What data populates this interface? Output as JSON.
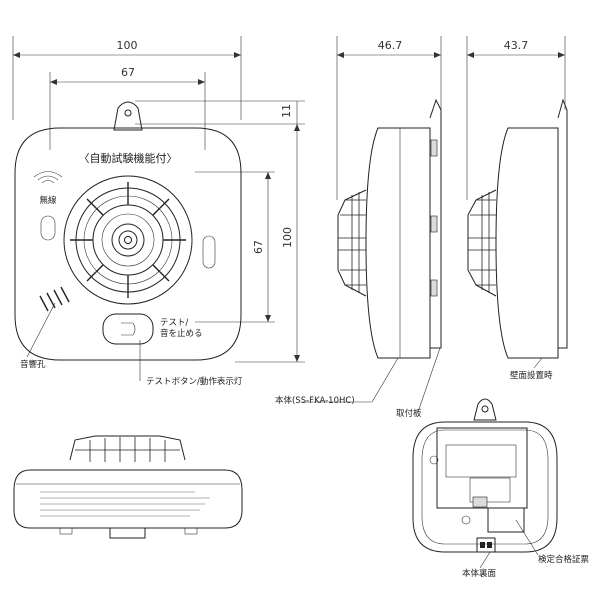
{
  "dimensions": {
    "front_width": "100",
    "front_inner_width": "67",
    "top_offset": "11",
    "front_inner_height": "67",
    "front_height": "100",
    "side_depth": "46.7",
    "wall_depth": "43.7"
  },
  "labels": {
    "self_test": "〈自動試験機能付〉",
    "wireless": "無線",
    "sounder_hole": "音響孔",
    "test_stop_line1": "テスト/",
    "test_stop_line2": "音を止める",
    "test_button": "テストボタン/動作表示灯",
    "body_model": "本体(SS-FKA-10HC)",
    "mount_plate": "取付板",
    "wall_mounted": "壁面設置時",
    "body_back": "本体裏面",
    "cert_label": "検定合格証票"
  }
}
